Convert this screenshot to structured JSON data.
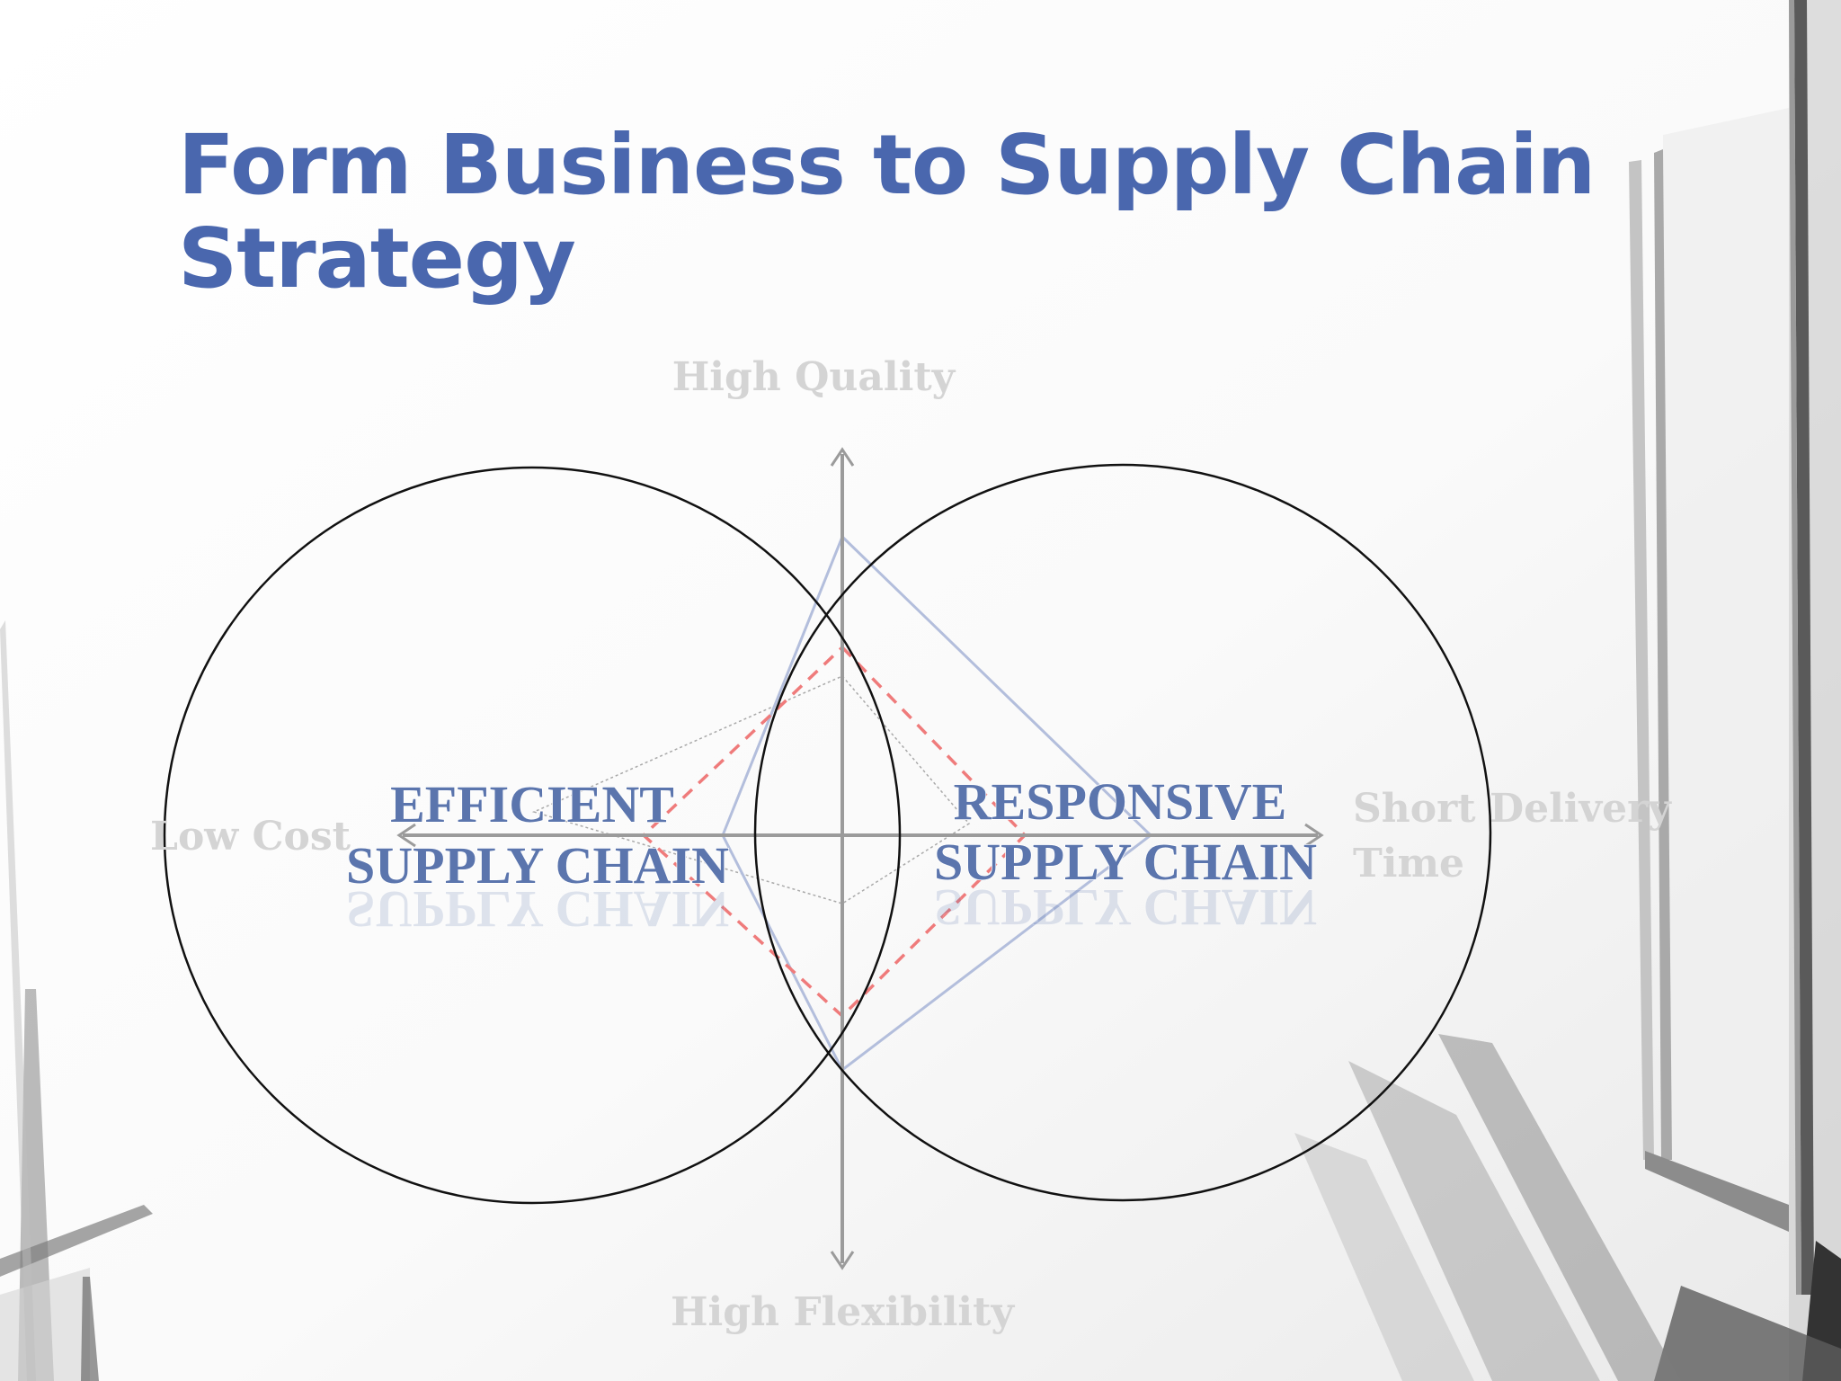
{
  "title": {
    "line1": "Form Business to Supply Chain",
    "line2": "Strategy"
  },
  "axes": {
    "top": "High Quality",
    "bottom": "High Flexibility",
    "left": "Low Cost",
    "right_line1": "Short Delivery",
    "right_line2": "Time"
  },
  "chains": {
    "efficient_line1": "EFFICIENT",
    "efficient_line2": "SUPPLY CHAIN",
    "responsive_line1": "RESPONSIVE",
    "responsive_line2": "SUPPLY CHAIN"
  },
  "colors": {
    "title": "#4a67ae",
    "chain_text": "#5b75ad",
    "axis_label": "#d4d4d4",
    "axis_arrow": "#9b9b9b",
    "dashed_diamond": "#ef7b7b",
    "solid_diamond": "#b3bedc",
    "thin_diamond": "#a9a9a9",
    "circle_stroke": "#111111"
  },
  "icons": {
    "background": "architectural-photo-background",
    "arrowheads": "arrow-head-icon"
  }
}
